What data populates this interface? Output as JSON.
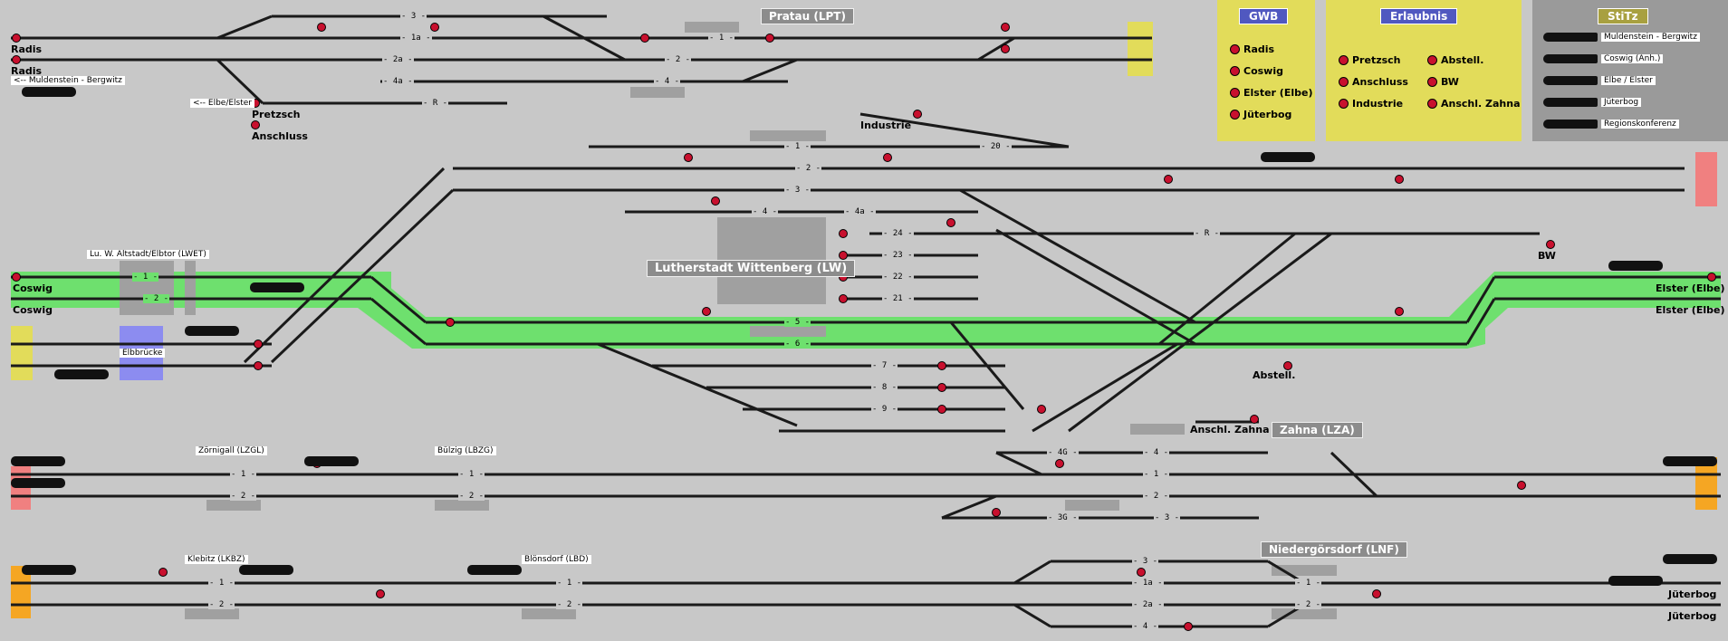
{
  "colors": {
    "background": "#c8c8c8",
    "track": "#1a1a1a",
    "route_set": "#6ee06e",
    "signal_red": "#c8102e",
    "signal_green": "#2e7d32",
    "panel_yellow": "#e2dc5a",
    "panel_gray": "#9a9a9a",
    "gwb_title": "#5058c0",
    "stitz_title": "#a8a040",
    "block_pink": "#f08080",
    "block_orange": "#f5a623",
    "block_blue": "#8c8cf0"
  },
  "station_titles": {
    "pratau": "Pratau (LPT)",
    "wittenberg": "Lutherstadt Wittenberg (LW)",
    "zahna": "Zahna (LZA)",
    "niedergoersdorf": "Niedergörsdorf (LNF)"
  },
  "small_stations": {
    "lwet": "Lu. W. Altstadt/Elbtor (LWET)",
    "elbbruecke": "Elbbrücke",
    "zoernigall": "Zörnigall (LZGL)",
    "buelzig": "Bülzig (LBZG)",
    "klebitz": "Klebitz (LKBZ)",
    "bloensdorf": "Blönsdorf (LBD)"
  },
  "direction_labels": {
    "radis_1": "Radis",
    "radis_2": "Radis",
    "muldenstein": "<-- Muldenstein - Bergwitz",
    "elbe_elster": "<-- Elbe/Elster",
    "pretzsch": "Pretzsch",
    "anschluss": "Anschluss",
    "industrie": "Industrie",
    "bw": "BW",
    "coswig_1": "Coswig",
    "coswig_2": "Coswig",
    "elster_elbe_1": "Elster (Elbe)",
    "elster_elbe_2": "Elster (Elbe)",
    "abstell": "Abstell.",
    "anschl_zahna": "Anschl. Zahna",
    "jueterbog_1": "Jüterbog",
    "jueterbog_2": "Jüterbog"
  },
  "track_numbers": {
    "pratau_3": "- 3 -",
    "pratau_1a": "- 1a -",
    "pratau_2a": "- 2a -",
    "pratau_4a": "- 4a -",
    "pratau_r": "- R -",
    "pratau_1": "- 1 -",
    "pratau_2": "- 2 -",
    "pratau_4": "- 4 -",
    "lw_1": "- 1 -",
    "lw_20": "- 20 -",
    "lw_2": "- 2 -",
    "lw_3": "- 3 -",
    "lw_4": "- 4 -",
    "lw_4a": "- 4a -",
    "lw_24": "- 24 -",
    "lw_23": "- 23 -",
    "lw_22": "- 22 -",
    "lw_21": "- 21 -",
    "lw_r": "- R -",
    "lw_5": "- 5 -",
    "lw_6": "- 6 -",
    "lw_7": "- 7 -",
    "lw_8": "- 8 -",
    "lw_9": "- 9 -",
    "lwet_1": "- 1 -",
    "lwet_2": "- 2 -",
    "zgl_1": "- 1 -",
    "zgl_2": "- 2 -",
    "bzg_1": "- 1 -",
    "bzg_2": "- 2 -",
    "lza_4g": "- 4G -",
    "lza_4": "- 4 -",
    "lza_1": "- 1 -",
    "lza_2": "- 2 -",
    "lza_3g": "- 3G -",
    "lza_3": "- 3 -",
    "kbz_1": "- 1 -",
    "kbz_2": "- 2 -",
    "lbd_1": "- 1 -",
    "lbd_2": "- 2 -",
    "lnf_3": "- 3 -",
    "lnf_1a": "- 1a -",
    "lnf_1": "- 1 -",
    "lnf_2": "- 2 -",
    "lnf_2a": "- 2a -",
    "lnf_4": "- 4 -"
  },
  "panels": {
    "gwb": {
      "title": "GWB",
      "items": [
        "Radis",
        "Coswig",
        "Elster (Elbe)",
        "Jüterbog"
      ]
    },
    "erlaubnis": {
      "title": "Erlaubnis",
      "items": [
        "Pretzsch",
        "Anschluss",
        "Industrie",
        "Abstell.",
        "BW",
        "Anschl. Zahna"
      ]
    },
    "stitz": {
      "title": "StiTz",
      "items": [
        "Muldenstein - Bergwitz",
        "Coswig (Anh.)",
        "Elbe / Elster",
        "Jüterbog",
        "Regionskonferenz"
      ]
    }
  }
}
